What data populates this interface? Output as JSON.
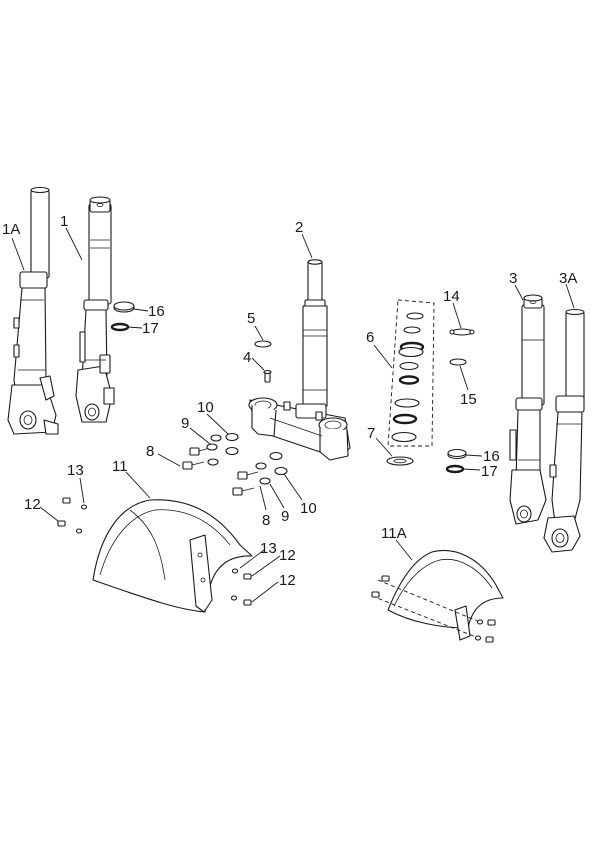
{
  "callouts": {
    "c1a": "1A",
    "c1": "1",
    "c2": "2",
    "c3": "3",
    "c3a": "3A",
    "c4": "4",
    "c5": "5",
    "c6": "6",
    "c7": "7",
    "c8a": "8",
    "c8b": "8",
    "c9a": "9",
    "c9b": "9",
    "c10a": "10",
    "c10b": "10",
    "c11": "11",
    "c11a": "11A",
    "c12a": "12",
    "c12b": "12",
    "c12c": "12",
    "c13a": "13",
    "c13b": "13",
    "c14": "14",
    "c15": "15",
    "c16a": "16",
    "c16b": "16",
    "c17a": "17",
    "c17b": "17"
  }
}
